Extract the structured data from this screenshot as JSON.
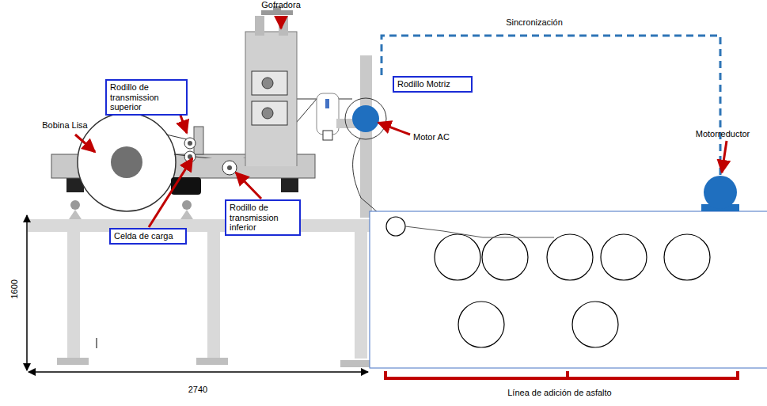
{
  "diagram": {
    "nodes": [
      {
        "text": [
          "Rodillo de transmission superior"
        ]
      },
      {
        "text": [
          "Rodillo Motriz"
        ]
      },
      {
        "text": [
          "Celda de carga"
        ]
      },
      {
        "text": [
          "Rodillo de transmission inferior"
        ]
      }
    ],
    "labels": [
      "Gofradora",
      "Sincronización",
      "Bobina Lisa",
      "Motor AC",
      "Motorreductor",
      "1600",
      "2740",
      "Línea de adición de asfalto"
    ]
  }
}
